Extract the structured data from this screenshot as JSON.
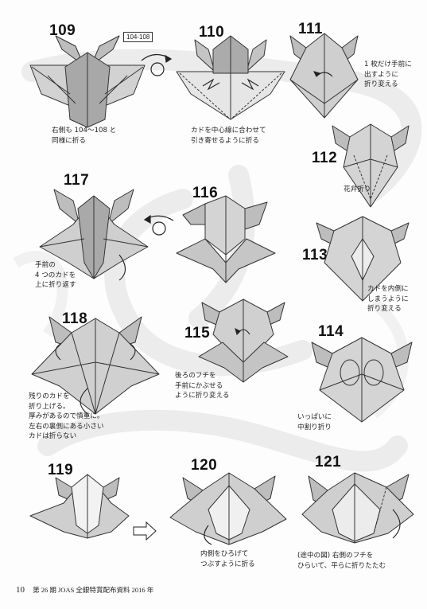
{
  "steps": {
    "s109": {
      "number": "109",
      "range": "104-108",
      "caption": "右側も 104～108 と\n同様に折る"
    },
    "s110": {
      "number": "110",
      "caption": "カドを中心線に合わせて\n引き寄せるように折る"
    },
    "s111": {
      "number": "111",
      "caption": "1 枚だけ手前に\n出すように\n折り変える"
    },
    "s112": {
      "number": "112",
      "caption": "花弁折り"
    },
    "s113": {
      "number": "113",
      "caption": "カドを内側に\nしまうように\n折り変える"
    },
    "s114": {
      "number": "114",
      "caption": "いっぱいに\n中割り折り"
    },
    "s115": {
      "number": "115",
      "caption": "後ろのフチを\n手前にかぶせる\nように折り変える"
    },
    "s116": {
      "number": "116"
    },
    "s117": {
      "number": "117",
      "caption": "手前の\n4 つのカドを\n上に折り返す"
    },
    "s118": {
      "number": "118",
      "caption": "残りのカドを\n折り上げる。\n厚みがあるので慎重に。\n左右の裏側にある小さい\nカドは折らない"
    },
    "s119": {
      "number": "119"
    },
    "s120": {
      "number": "120",
      "caption": "内側をひろげて\nつぶすように折る"
    },
    "s121": {
      "number": "121",
      "caption": "(途中の図) 右側のフチを\nひらいて、平らに折りたたむ"
    }
  },
  "footer": {
    "page_number": "10",
    "text": "第 26 期 JOAS 全銀特賞配布資料 2016 年"
  }
}
